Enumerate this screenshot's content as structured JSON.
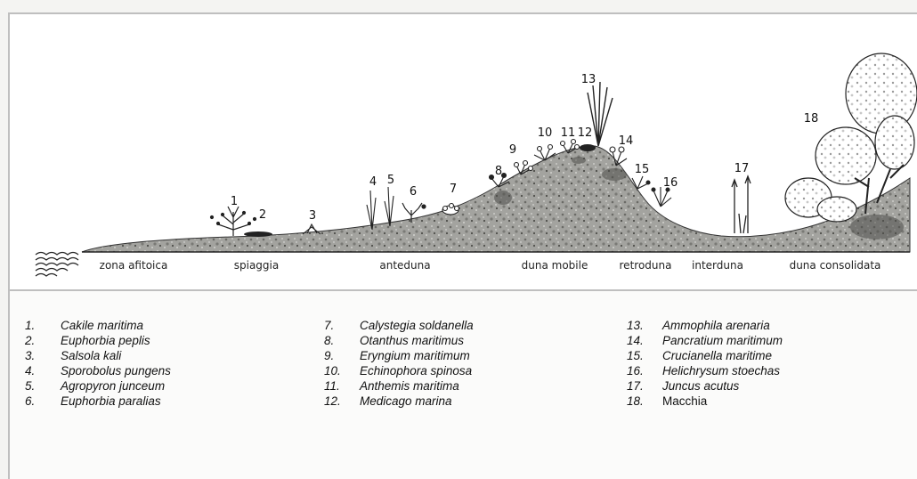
{
  "zones": [
    "zona afitoica",
    "spiaggia",
    "anteduna",
    "duna mobile",
    "retroduna",
    "interduna",
    "duna consolidata"
  ],
  "plant_numbers": [
    "1",
    "2",
    "3",
    "4",
    "5",
    "6",
    "7",
    "8",
    "9",
    "10",
    "11",
    "12",
    "13",
    "14",
    "15",
    "16",
    "17",
    "18"
  ],
  "legend": {
    "col1": [
      {
        "num": "1.",
        "name": "Cakile maritima"
      },
      {
        "num": "2.",
        "name": "Euphorbia peplis"
      },
      {
        "num": "3.",
        "name": "Salsola kali"
      },
      {
        "num": "4.",
        "name": "Sporobolus pungens"
      },
      {
        "num": "5.",
        "name": "Agropyron junceum"
      },
      {
        "num": "6.",
        "name": "Euphorbia paralias"
      }
    ],
    "col2": [
      {
        "num": "7.",
        "name": "Calystegia soldanella"
      },
      {
        "num": "8.",
        "name": "Otanthus maritimus"
      },
      {
        "num": "9.",
        "name": "Eryngium maritimum"
      },
      {
        "num": "10.",
        "name": "Echinophora spinosa"
      },
      {
        "num": "11.",
        "name": "Anthemis maritima"
      },
      {
        "num": "12.",
        "name": "Medicago marina"
      }
    ],
    "col3": [
      {
        "num": "13.",
        "name": "Ammophila arenaria"
      },
      {
        "num": "14.",
        "name": "Pancratium maritimum"
      },
      {
        "num": "15.",
        "name": "Crucianella maritime"
      },
      {
        "num": "16.",
        "name": "Helichrysum stoechas"
      },
      {
        "num": "17.",
        "name": "Juncus acutus"
      },
      {
        "num": "18.",
        "name": "Macchia"
      }
    ]
  },
  "colors": {
    "ground_fill": "#9a9a96",
    "ground_dark": "#5e5e5a",
    "ink": "#1a1a1a"
  }
}
